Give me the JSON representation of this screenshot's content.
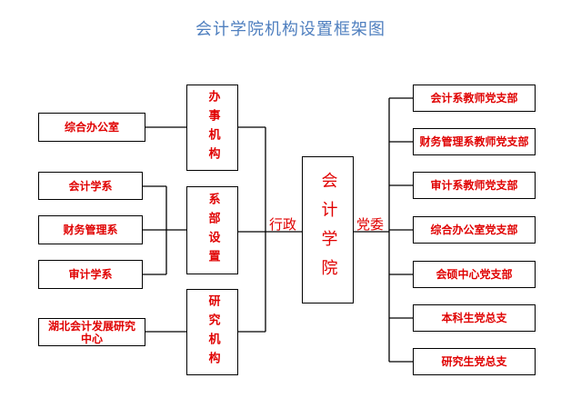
{
  "title": "会计学院机构设置框架图",
  "left": {
    "office": "综合办公室",
    "dept1": "会计学系",
    "dept2": "财务管理系",
    "dept3": "审计学系",
    "research": "湖北会计发展研究中心"
  },
  "middle": {
    "admin": "办事机构",
    "depts": "系部设置",
    "research": "研究机构"
  },
  "center": "会计学院",
  "labels": {
    "admin_line": "行政",
    "party_line": "党委"
  },
  "right": [
    "会计系教师党支部",
    "财务管理系教师党支部",
    "审计系教师党支部",
    "综合办公室党支部",
    "会硕中心党支部",
    "本科生党总支",
    "研究生党总支"
  ]
}
